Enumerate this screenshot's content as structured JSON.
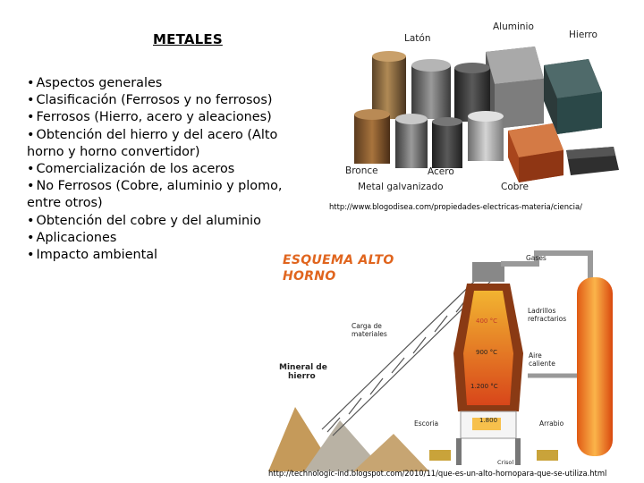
{
  "slide": {
    "title": "METALES",
    "bullets": [
      "Aspectos generales",
      "Clasificación (Ferrosos y no ferrosos)",
      "Ferrosos (Hierro, acero y aleaciones)",
      "Obtención del hierro y del acero (Alto horno y horno convertidor)",
      "Comercialización de los aceros",
      "No Ferrosos (Cobre, aluminio y plomo, entre otros)",
      "Obtención del cobre y del aluminio",
      "Aplicaciones",
      "Impacto ambiental"
    ],
    "bullet_symbol": "•"
  },
  "metals_image": {
    "labels": {
      "laton": "Latón",
      "aluminio": "Aluminio",
      "hierro": "Hierro",
      "bronce": "Bronce",
      "acero": "Acero",
      "galvanizado": "Metal galvanizado",
      "cobre": "Cobre"
    },
    "source_url": "http://www.blogodisea.com/propiedades-electricas-materia/ciencia/"
  },
  "furnace_image": {
    "title_line1": "ESQUEMA ALTO",
    "title_line2": "HORNO",
    "labels": {
      "gases": "Gases",
      "carga1": "Carga de",
      "carga2": "materiales",
      "ladrillos1": "Ladrillos",
      "ladrillos2": "refractarios",
      "temp1": "400 °C",
      "temp2": "900 °C",
      "temp3": "1.200 °C",
      "temp4": "1.800",
      "aire1": "Aire",
      "aire2": "caliente",
      "mineral1": "Mineral de",
      "mineral2": "hierro",
      "escoria": "Escoria",
      "arrabio": "Arrabio",
      "crisol": "Crisol"
    },
    "source_url": "http://technologic-ind.blogspot.com/2010/11/que-es-un-alto-hornopara-que-se-utiliza.html"
  },
  "colors": {
    "furnace_title": "#e0651e",
    "furnace_hot": "#f39a1e",
    "furnace_body": "#c24a12"
  }
}
